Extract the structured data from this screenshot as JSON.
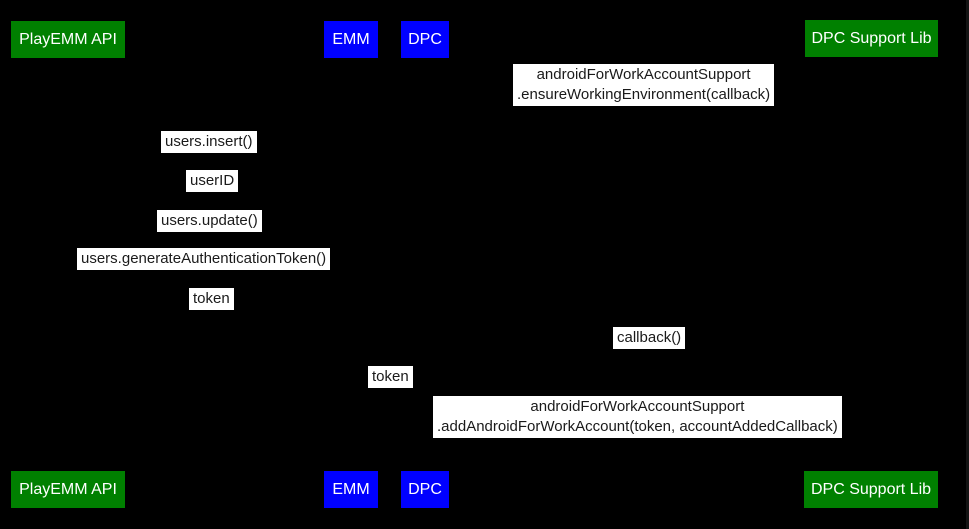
{
  "colors": {
    "background": "#000000",
    "actor_green": "#008000",
    "actor_blue": "#0000ff",
    "actor_text": "#ffffff",
    "label_bg": "#ffffff",
    "label_text": "#1a1a1a"
  },
  "actors": [
    {
      "label": "PlayEMM API",
      "color": "#008000"
    },
    {
      "label": "EMM",
      "color": "#0000ff"
    },
    {
      "label": "DPC",
      "color": "#0000ff"
    },
    {
      "label": "DPC Support Lib",
      "color": "#008000"
    }
  ],
  "messages": [
    {
      "line1": "androidForWorkAccountSupport",
      "line2": ".ensureWorkingEnvironment(callback)"
    },
    {
      "line1": "users.insert()"
    },
    {
      "line1": "userID"
    },
    {
      "line1": "users.update()"
    },
    {
      "line1": "users.generateAuthenticationToken()"
    },
    {
      "line1": "token"
    },
    {
      "line1": "callback()"
    },
    {
      "line1": "token"
    },
    {
      "line1": "androidForWorkAccountSupport",
      "line2": ".addAndroidForWorkAccount(token, accountAddedCallback)"
    }
  ]
}
